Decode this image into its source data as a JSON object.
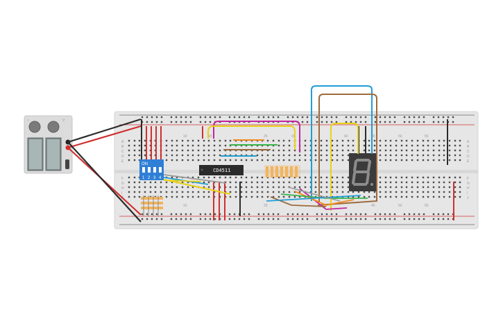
{
  "ic": {
    "label": "CD4511"
  },
  "dip_switch": {
    "on_label": "ON",
    "numbers": [
      "1",
      "2",
      "3",
      "4"
    ]
  },
  "breadboard": {
    "column_numbers": [
      "10",
      "15",
      "25",
      "30",
      "40",
      "45",
      "50",
      "55"
    ],
    "row_letters_top": [
      "A",
      "B",
      "C",
      "D",
      "E"
    ],
    "row_letters_bottom": [
      "F",
      "G",
      "H",
      "I",
      "J"
    ]
  },
  "power_supply": {
    "knob_labels": [
      "I",
      "V"
    ]
  },
  "colors": {
    "board": "#e6e6e6",
    "rail_red": "#d12f2f",
    "rail_black": "#2b2b2b",
    "dip_blue": "#2f7fd6",
    "display_body": "#3b3b3b",
    "wire_blue": "#1f9dd6",
    "wire_brown": "#9b6a3c",
    "wire_magenta": "#c2259e",
    "wire_yellow": "#e8d21a",
    "wire_orange": "#f08a1f",
    "wire_green": "#39b54a"
  }
}
